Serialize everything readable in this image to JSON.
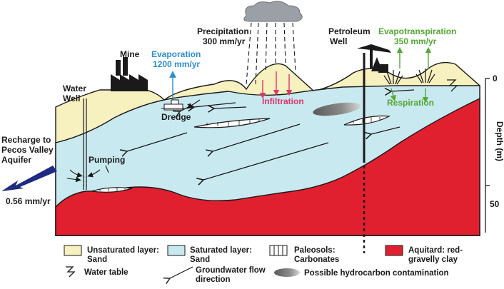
{
  "labels": {
    "precipitation": "Precipitation",
    "precipitation_rate": "300 mm/yr",
    "mine": "Mine",
    "evaporation": "Evaporation",
    "evaporation_rate": "1200 mm/yr",
    "water_well_1": "Water",
    "water_well_2": "Well",
    "petroleum_well_1": "Petroleum",
    "petroleum_well_2": "Well",
    "evapotranspiration": "Evapotranspiration",
    "evapotranspiration_rate": "350 mm/yr",
    "infiltration": "Infiltration",
    "respiration": "Respiration",
    "dredge": "Dredge",
    "pumping": "Pumping",
    "recharge_1": "Recharge to",
    "recharge_2": "Pecos Valley",
    "recharge_3": "Aquifer",
    "recharge_rate": "0.56 mm/yr"
  },
  "depth_axis": {
    "title": "Depth (m)",
    "ticks": [
      "0",
      "50"
    ]
  },
  "legend": {
    "unsaturated": [
      "Unsaturated layer:",
      "Sand"
    ],
    "saturated": [
      "Saturated layer:",
      "Sand"
    ],
    "paleosols": [
      "Paleosols:",
      "Carbonates"
    ],
    "aquitard": [
      "Aquitard: red-",
      "gravelly clay"
    ],
    "water_table": "Water table",
    "groundwater_flow": [
      "Groundwater flow",
      "direction"
    ],
    "hydrocarbon": "Possible hydrocarbon contamination"
  },
  "colors": {
    "unsaturated": "#f7f0bf",
    "saturated": "#c9e9f0",
    "aquitard": "#e0202f",
    "evaporation": "#2a8fd0",
    "infiltration": "#e0336a",
    "evapotranspiration": "#52a832",
    "recharge_arrow": "#1f2a80",
    "cloud": "#9aa0a6"
  }
}
